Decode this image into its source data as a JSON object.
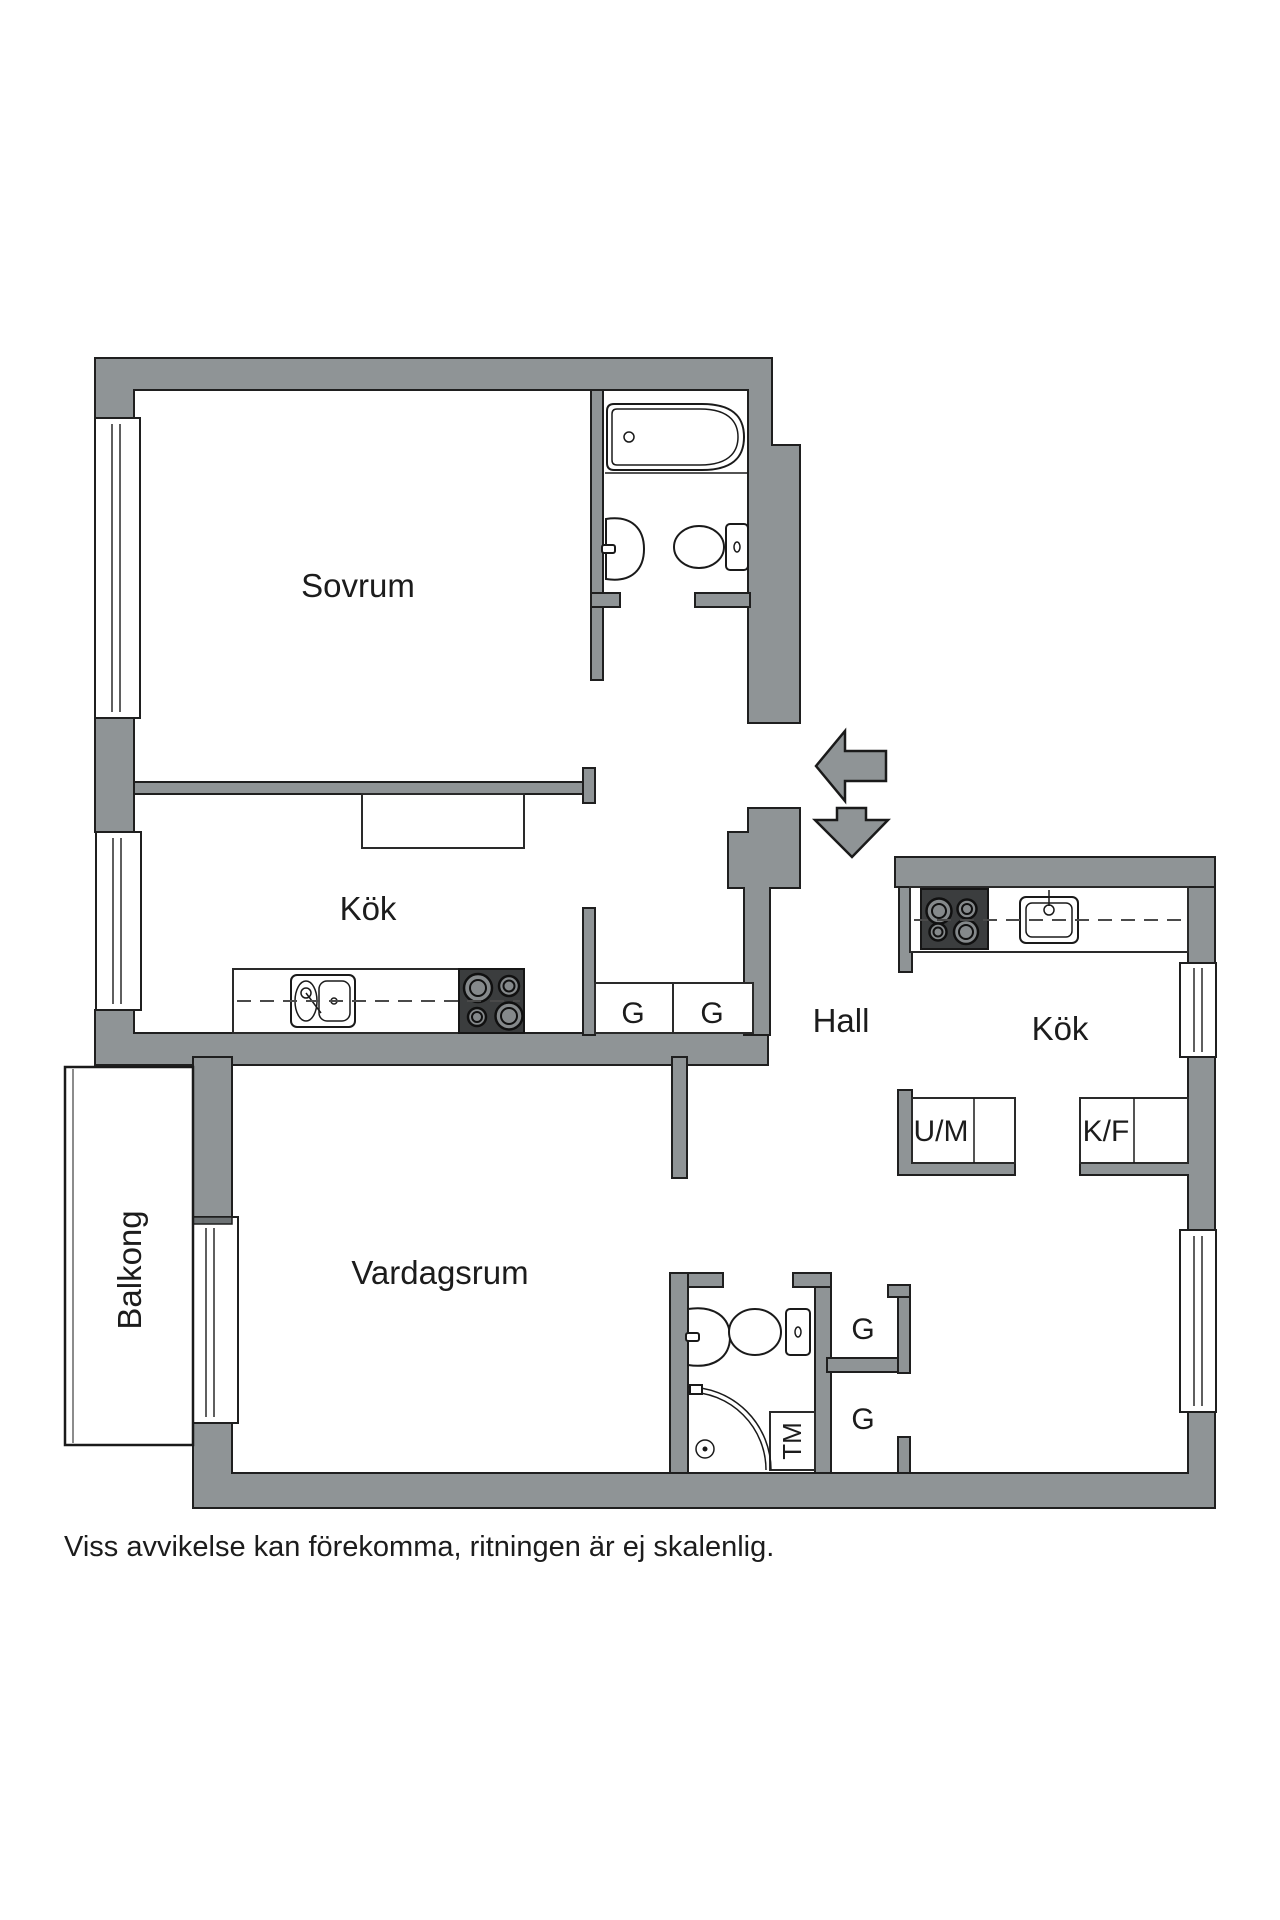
{
  "colors": {
    "wall": "#8f9496",
    "outline": "#1f1f1f",
    "stove": "#3b3d3e",
    "burner": "#85898b",
    "text": "#1c1c1c"
  },
  "rooms": {
    "sovrum": "Sovrum",
    "kok_left": "Kök",
    "hall": "Hall",
    "kok_right": "Kök",
    "vardagsrum": "Vardagsrum",
    "balkong": "Balkong"
  },
  "closets": {
    "hall_g_left": "G",
    "hall_g_right": "G",
    "upper_g": "G",
    "lower_g": "G"
  },
  "appliances": {
    "washer": "U/M",
    "fridge_freezer": "K/F",
    "washing_machine": "TM"
  },
  "caption": "Viss avvikelse kan förekomma, ritningen är ej skalenlig."
}
